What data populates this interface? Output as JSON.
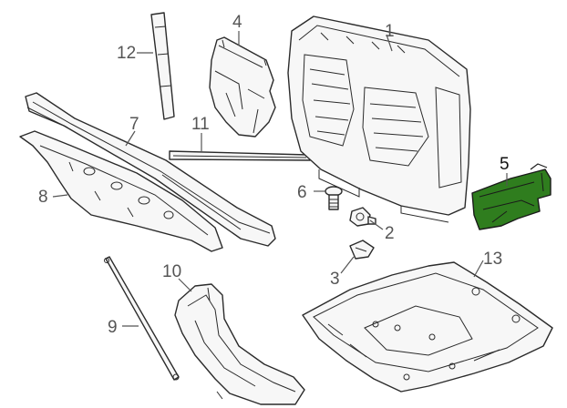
{
  "diagram": {
    "callouts": [
      {
        "id": "1",
        "label": "1"
      },
      {
        "id": "2",
        "label": "2"
      },
      {
        "id": "3",
        "label": "3"
      },
      {
        "id": "4",
        "label": "4"
      },
      {
        "id": "5",
        "label": "5"
      },
      {
        "id": "6",
        "label": "6"
      },
      {
        "id": "7",
        "label": "7"
      },
      {
        "id": "8",
        "label": "8"
      },
      {
        "id": "9",
        "label": "9"
      },
      {
        "id": "10",
        "label": "10"
      },
      {
        "id": "11",
        "label": "11"
      },
      {
        "id": "12",
        "label": "12"
      },
      {
        "id": "13",
        "label": "13"
      }
    ],
    "highlight": {
      "part": "5",
      "color": "#2f7d1e"
    },
    "line_color": "#2b2b2b",
    "callout_color": "#555555"
  }
}
